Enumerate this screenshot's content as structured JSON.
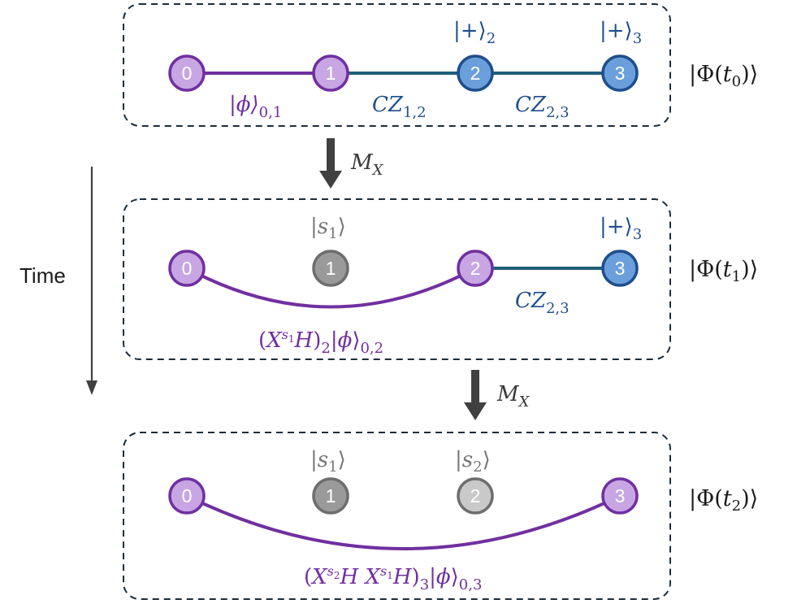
{
  "colors": {
    "purple_fill": "#c7a6e3",
    "purple_stroke": "#7030a0",
    "blue_fill": "#6a9fdc",
    "blue_stroke": "#1f4e8c",
    "teal_link": "#1f5f7a",
    "gray_fill": "#9a9a9a",
    "gray_stroke": "#6e6e6e",
    "light_gray_fill": "#c9c9c9",
    "arrow": "#404040",
    "frame": "#1c2d3c"
  },
  "time_axis": {
    "label": "Time"
  },
  "measure_label": {
    "base": "M",
    "sub": "X"
  },
  "stages": [
    {
      "state": {
        "pre": "|Φ(",
        "var": "t",
        "sub": "0",
        "post": ")⟩"
      },
      "nodes": [
        {
          "label": "0",
          "kind": "purple"
        },
        {
          "label": "1",
          "kind": "purple"
        },
        {
          "label": "2",
          "kind": "blue"
        },
        {
          "label": "3",
          "kind": "blue"
        }
      ],
      "plus_kets": [
        {
          "node": "2",
          "text": "|+⟩",
          "sub": "2"
        },
        {
          "node": "3",
          "text": "|+⟩",
          "sub": "3"
        }
      ],
      "edge_labels": [
        {
          "text": "|ϕ⟩",
          "sub": "0,1"
        },
        {
          "text": "CZ",
          "sub": "1,2"
        },
        {
          "text": "CZ",
          "sub": "2,3"
        }
      ]
    },
    {
      "state": {
        "pre": "|Φ(",
        "var": "t",
        "sub": "1",
        "post": ")⟩"
      },
      "nodes": [
        {
          "label": "0",
          "kind": "purple"
        },
        {
          "label": "1",
          "kind": "gray"
        },
        {
          "label": "2",
          "kind": "purple"
        },
        {
          "label": "3",
          "kind": "blue"
        }
      ],
      "measured_kets": [
        {
          "node": "1",
          "var": "s",
          "sub": "1"
        }
      ],
      "plus_kets": [
        {
          "node": "3",
          "text": "|+⟩",
          "sub": "3"
        }
      ],
      "edge_labels": [
        {
          "text": "CZ",
          "sub": "2,3"
        }
      ],
      "curve_label": "(X^{s1}H)2|ϕ⟩0,2"
    },
    {
      "state": {
        "pre": "|Φ(",
        "var": "t",
        "sub": "2",
        "post": ")⟩"
      },
      "nodes": [
        {
          "label": "0",
          "kind": "purple"
        },
        {
          "label": "1",
          "kind": "gray"
        },
        {
          "label": "2",
          "kind": "lightgray"
        },
        {
          "label": "3",
          "kind": "purple"
        }
      ],
      "measured_kets": [
        {
          "node": "1",
          "var": "s",
          "sub": "1"
        },
        {
          "node": "2",
          "var": "s",
          "sub": "2"
        }
      ],
      "curve_label": "(X^{s2}H X^{s1}H)3|ϕ⟩0,3"
    }
  ]
}
